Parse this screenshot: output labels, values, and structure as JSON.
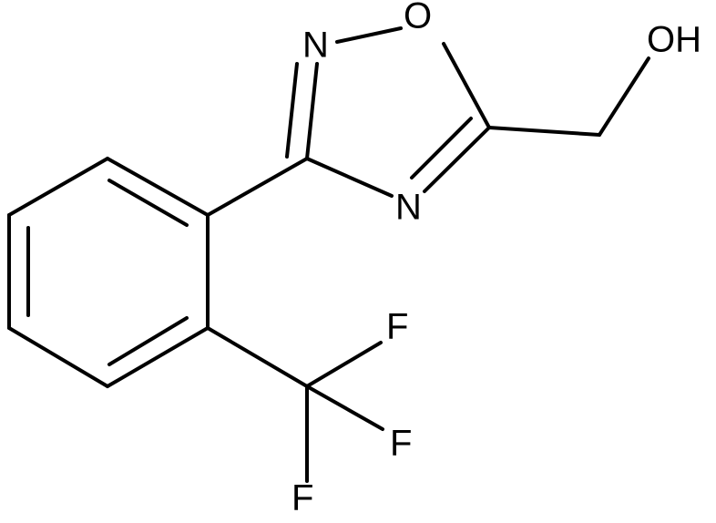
{
  "molecule": {
    "atoms": {
      "N2": "N",
      "O1": "O",
      "N4": "N",
      "OH": "OH",
      "F1": "F",
      "F2": "F",
      "F3": "F"
    }
  },
  "colors": {
    "bond": "#000000",
    "label": "#000000",
    "background": "#ffffff"
  }
}
